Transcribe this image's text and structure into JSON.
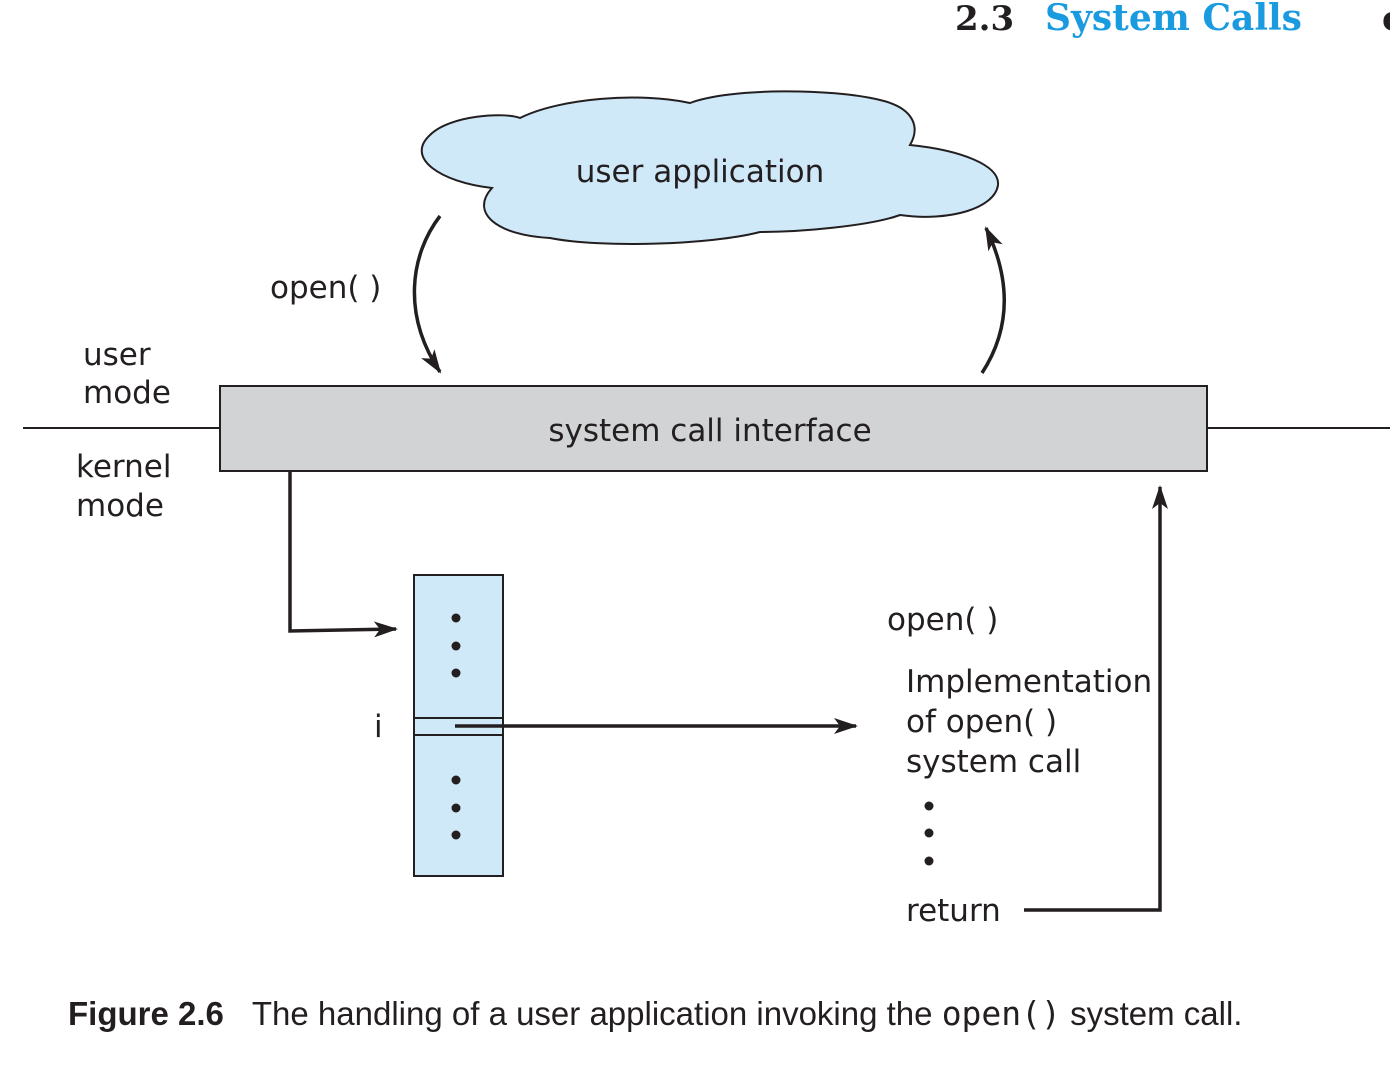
{
  "header": {
    "section_number": "2.3",
    "section_title": "System Calls",
    "cut_glyph": "c"
  },
  "diagram": {
    "user_application": "user application",
    "open_call": "open( )",
    "user_mode_line1": "user",
    "user_mode_line2": "mode",
    "kernel_mode_line1": "kernel",
    "kernel_mode_line2": "mode",
    "system_call_interface": "system call interface",
    "table_index": "i",
    "impl_open": "open( )",
    "impl_line1": "Implementation",
    "impl_line2": "of open( )",
    "impl_line3": "system call",
    "return_label": "return"
  },
  "caption": {
    "figure_number": "Figure 2.6",
    "text_before": "The handling of a user application invoking the ",
    "code": "open()",
    "text_after": " system call."
  },
  "colors": {
    "cloud_fill": "#d0e9f8",
    "table_fill": "#d0e9f8",
    "interface_fill": "#d1d3d4",
    "header_blue": "#1a9be0",
    "ink": "#231f20"
  }
}
